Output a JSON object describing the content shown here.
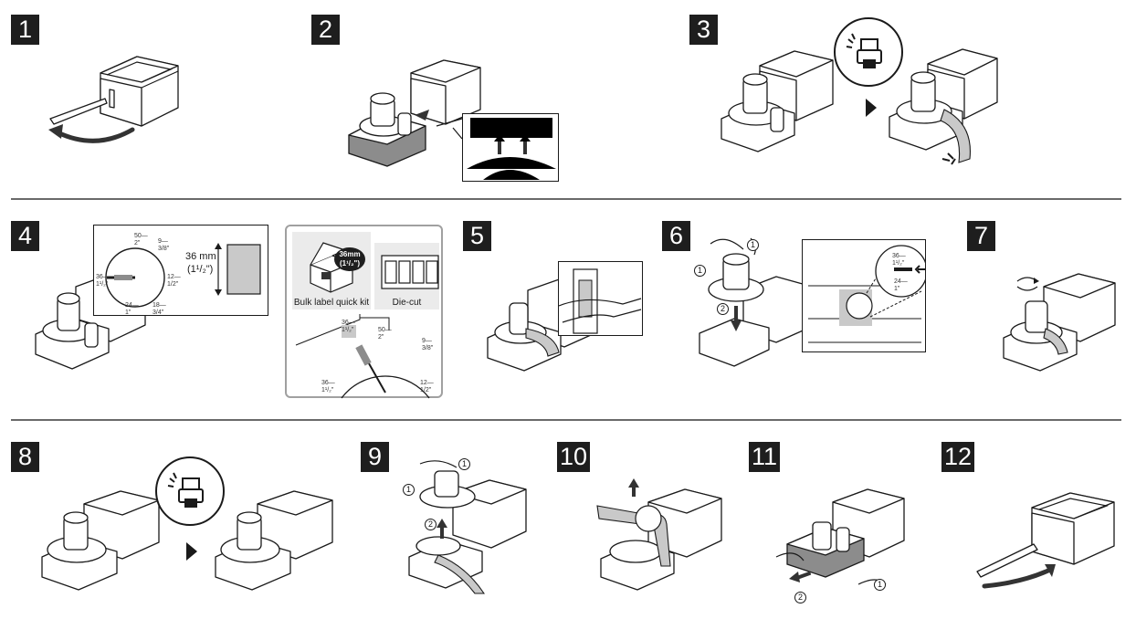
{
  "steps": {
    "s1": "1",
    "s2": "2",
    "s3": "3",
    "s4": "4",
    "s5": "5",
    "s6": "6",
    "s7": "7",
    "s8": "8",
    "s9": "9",
    "s10": "10",
    "s11": "11",
    "s12": "12"
  },
  "step4_detail": {
    "width_label": "36 mm",
    "width_inch": "(1¹/₂\")",
    "dial": {
      "mark_36": "36—\n1¹/₂\"",
      "mark_24": "24—\n1\"",
      "mark_18": "18—\n3/4\"",
      "mark_12": "12—\n1/2\"",
      "mark_9": "9—\n3/8\"",
      "mark_50": "50—\n2\""
    }
  },
  "kit_panel": {
    "badge_mm": "36mm",
    "badge_inch": "(1¹/₂\")",
    "bulk_label": "Bulk label quick kit",
    "diecut_label": "Die-cut",
    "dial_36": "36—\n1¹/₂\"",
    "dial_50": "50—\n2\"",
    "dial_9": "9—\n3/8\"",
    "dial_12": "12—\n1/2\"",
    "dial_top": "36—\n1¹/₂\""
  },
  "step6_detail": {
    "mark_36": "36—\n1¹/₂\"",
    "mark_24": "24—\n1\""
  },
  "callouts": {
    "one": "1",
    "two": "2"
  },
  "icons": [
    "printer-feed-icon",
    "play-arrow-icon",
    "rotate-icon",
    "flip-arrow-icon"
  ]
}
